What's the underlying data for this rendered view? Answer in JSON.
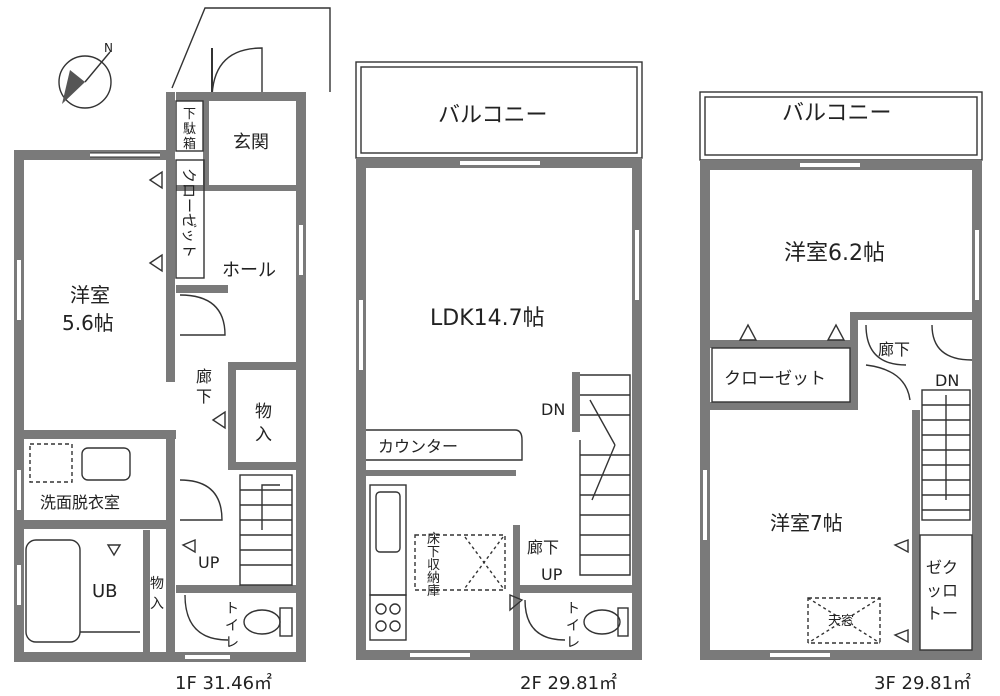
{
  "floor1": {
    "title": "1F 31.46㎡",
    "rooms": {
      "yoshitsu_a": "洋室",
      "yoshitsu_b": "5.6帖",
      "genkan": "玄関",
      "getabako_1": "下",
      "getabako_2": "駄",
      "getabako_3": "箱",
      "closet_v": "クローゼット",
      "hall": "ホール",
      "rouka_1": "廊",
      "rouka_2": "下",
      "monoire_1": "物",
      "monoire_2": "入",
      "senmen": "洗面脱衣室",
      "ub": "UB",
      "monoire2_1": "物",
      "monoire2_2": "入",
      "toilet_1": "ト",
      "toilet_2": "イ",
      "toilet_3": "レ",
      "up": "UP"
    }
  },
  "floor2": {
    "title": "2F 29.81㎡",
    "rooms": {
      "balcony": "バルコニー",
      "ldk": "LDK14.7帖",
      "counter": "カウンター",
      "dn": "DN",
      "storage_1": "床",
      "storage_2": "下",
      "storage_3": "収",
      "storage_4": "納",
      "storage_5": "庫",
      "rouka": "廊下",
      "up": "UP",
      "toilet_1": "ト",
      "toilet_2": "イ",
      "toilet_3": "レ"
    }
  },
  "floor3": {
    "title": "3F 29.81㎡",
    "rooms": {
      "balcony": "バルコニー",
      "yoshitsu62": "洋室6.2帖",
      "rouka": "廊下",
      "dn": "DN",
      "closet": "クローゼット",
      "yoshitsu7": "洋室7帖",
      "wcloset_1": "ゼク",
      "wcloset_2": "ッロ",
      "wcloset_3": "トー",
      "tenmado": "天窓"
    }
  },
  "compass": {
    "north": "N"
  }
}
